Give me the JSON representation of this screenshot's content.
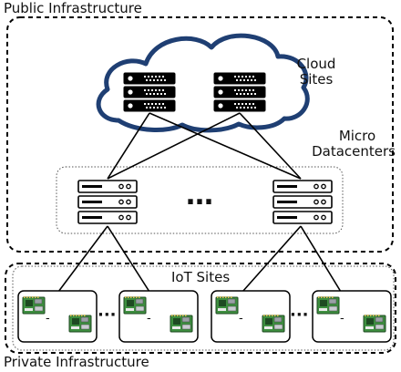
{
  "regions": {
    "public_label": "Public Infrastructure",
    "private_label": "Private Infrastructure"
  },
  "tiers": {
    "cloud": {
      "label_line1": "Cloud",
      "label_line2": "Sites"
    },
    "micro": {
      "label_line1": "Micro",
      "label_line2": "Datacenters",
      "ellipsis": "…"
    },
    "iot": {
      "label": "IoT Sites"
    }
  },
  "separators": {
    "dots": "···",
    "dash": "-"
  },
  "colors": {
    "cloud_stroke": "#1f3f73",
    "server_fill": "#ffffff",
    "server_stroke": "#000000",
    "board_green": "#3d8f3f",
    "board_dark": "#1e4a22"
  },
  "icons": [
    "cloud-icon",
    "server-stack-icon",
    "iot-board-icon"
  ]
}
